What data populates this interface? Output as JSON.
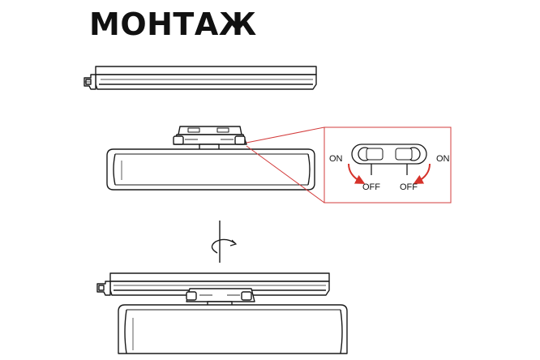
{
  "title": "МОНТАЖ",
  "switch_labels": {
    "on_left": "ON",
    "off_left": "OFF",
    "off_right": "OFF",
    "on_right": "ON"
  },
  "colors": {
    "line": "#1a1a1a",
    "callout": "#d33c3c",
    "arrow": "#d6332b",
    "fill": "#ffffff"
  },
  "icons": {
    "rotation": "rotation-arrow-icon"
  }
}
